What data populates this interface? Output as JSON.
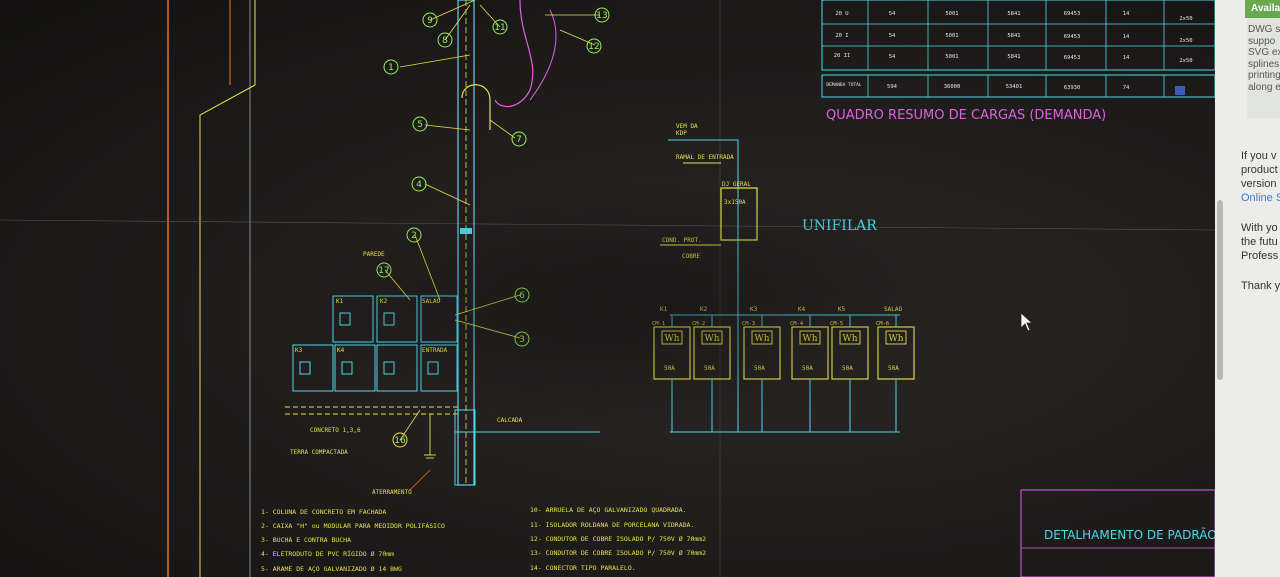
{
  "drawing": {
    "unifilar_title": "UNIFILAR",
    "quadro_title": "QUADRO RESUMO DE CARGAS (DEMANDA)",
    "detail_title": "DETALHAMENTO DE PADRÃO D",
    "table_rows": [
      [
        "20 U",
        "54",
        "5001",
        "5841",
        "69453",
        "14",
        "2x50"
      ],
      [
        "20 I",
        "54",
        "5001",
        "5841",
        "69453",
        "14",
        "2x50"
      ],
      [
        "20 II",
        "54",
        "5001",
        "5841",
        "69453",
        "14",
        "2x50"
      ]
    ],
    "table_total": [
      "DEMANDA TOTAL",
      "594",
      "36000",
      "53401",
      "63930",
      "74",
      ""
    ],
    "pole_labels": {
      "parede": "PAREDE",
      "salao": "SALAO",
      "entrada": "ENTRADA",
      "calcada": "CALCADA",
      "concreto": "CONCRETO 1,3,6",
      "terra": "TERRA COMPACTADA",
      "aterramento": "ATERRAMENTO"
    },
    "box_labels": [
      "K1",
      "K2",
      "SALAO",
      "K3",
      "K4",
      "ENTRADA"
    ],
    "unifilar_labels": {
      "vem_da": "VEM DA",
      "kdp": "KDP",
      "ramal": "RAMAL DE ENTRADA",
      "dj_geral": "DJ GERAL",
      "dj_value": "3x150A",
      "cond_prot": "COND. PROT.",
      "cobre": "COBRE"
    },
    "meters": [
      {
        "label": "K1",
        "cm": "CM-1",
        "amp": "50A"
      },
      {
        "label": "K2",
        "cm": "CM-2",
        "amp": "50A"
      },
      {
        "label": "K3",
        "cm": "CM-3",
        "amp": "50A"
      },
      {
        "label": "K4",
        "cm": "CM-4",
        "amp": "50A"
      },
      {
        "label": "K5",
        "cm": "CM-5",
        "amp": "50A"
      },
      {
        "label": "SALAO",
        "cm": "CM-6",
        "amp": "50A"
      }
    ],
    "meter_symbol": "Wh",
    "callouts": [
      "9",
      "8",
      "11",
      "13",
      "12",
      "1",
      "5",
      "7",
      "4",
      "2",
      "17",
      "6",
      "3",
      "16"
    ],
    "legend_left": [
      "1- COLUNA DE CONCRETO EM FACHADA",
      "2- CAIXA \"H\" ou MODULAR PARA MEDIDOR POLIFÁSICO",
      "3- BUCHA E CONTRA BUCHA",
      "4- ELETRODUTO DE PVC RÍGIDO Ø 70mm",
      "5- ARAME DE AÇO GALVANIZADO Ø 14 BWG"
    ],
    "legend_right": [
      "10- ARRUELA DE AÇO GALVANIZADO QUADRADA.",
      "11- ISOLADOR ROLDANA DE PORCELANA VIDRADA.",
      "12- CONDUTOR DE COBRE ISOLADO P/ 750V Ø 70mm2",
      "13- CONDUTOR DE COBRE ISOLADO P/ 750V Ø 70mm2",
      "14- CONECTOR TIPO PARALELO."
    ],
    "colors": {
      "yellow": "#e8e04a",
      "cyan": "#4fd8e8",
      "green": "#9bf05a",
      "magenta": "#e060e0",
      "orange": "#e8702a",
      "white": "#e8e8e8"
    }
  },
  "side_panel": {
    "badge": "Availa",
    "promo_lines": [
      "DWG s",
      "suppo",
      "SVG ex",
      "splines",
      "printing",
      "along e"
    ],
    "para1": [
      "If you v",
      "product",
      "version"
    ],
    "para1_link": "Online S",
    "para2": [
      "With yo",
      "the futu",
      "Profess"
    ],
    "para3": [
      "Thank y"
    ]
  }
}
